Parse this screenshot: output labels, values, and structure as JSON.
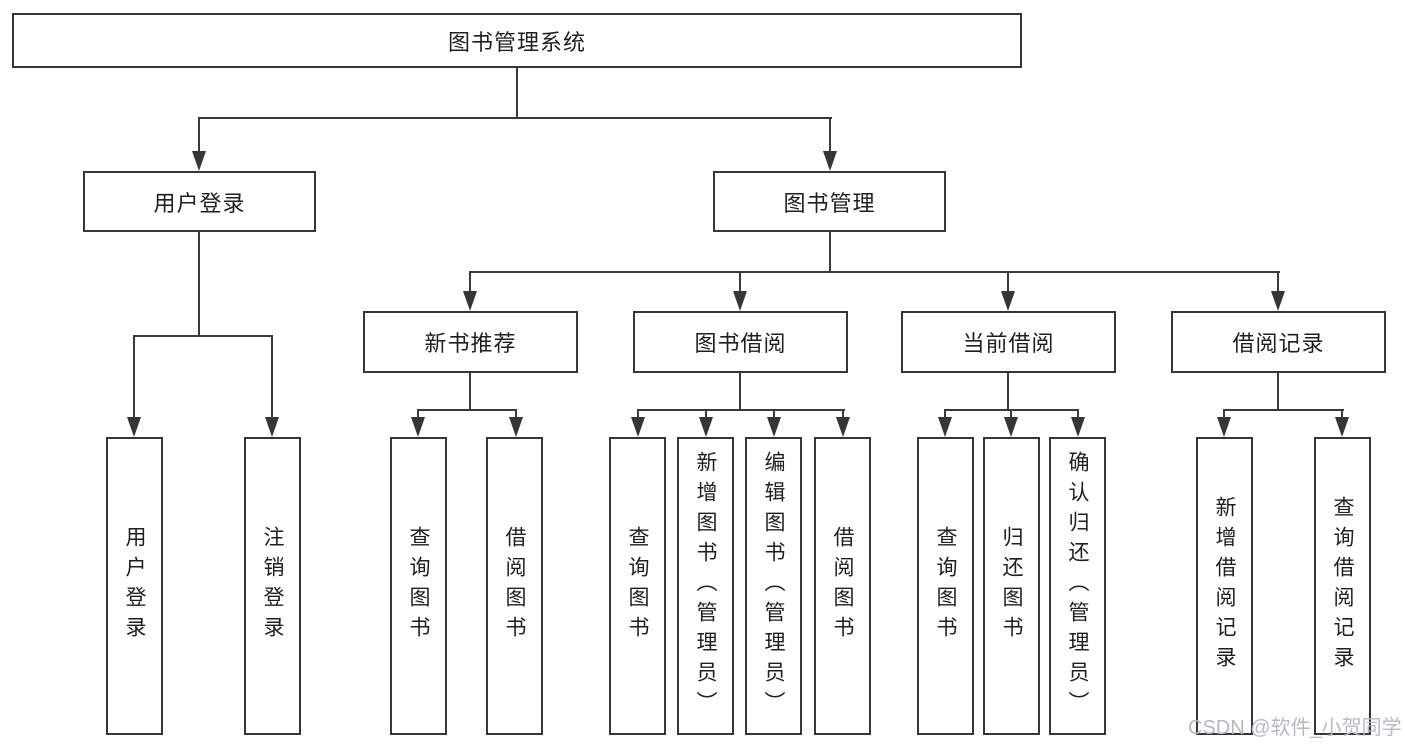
{
  "tree": {
    "label": "图书管理系统",
    "children": [
      {
        "label": "用户登录",
        "children": [
          {
            "label": "用户登录"
          },
          {
            "label": "注销登录"
          }
        ]
      },
      {
        "label": "图书管理",
        "children": [
          {
            "label": "新书推荐",
            "children": [
              {
                "label": "查询图书"
              },
              {
                "label": "借阅图书"
              }
            ]
          },
          {
            "label": "图书借阅",
            "children": [
              {
                "label": "查询图书"
              },
              {
                "label": "新增图书（管理员）"
              },
              {
                "label": "编辑图书（管理员）"
              },
              {
                "label": "借阅图书"
              }
            ]
          },
          {
            "label": "当前借阅",
            "children": [
              {
                "label": "查询图书"
              },
              {
                "label": "归还图书"
              },
              {
                "label": "确认归还（管理员）"
              }
            ]
          },
          {
            "label": "借阅记录",
            "children": [
              {
                "label": "新增借阅记录"
              },
              {
                "label": "查询借阅记录"
              }
            ]
          }
        ]
      }
    ]
  },
  "watermark": {
    "text": "CSDN @软件_小贺同学"
  },
  "colors": {
    "line": "#3a3a3a",
    "border": "#363636",
    "text": "#1f1f1f",
    "watermark": "#b5bac0",
    "background": "#ffffff"
  }
}
